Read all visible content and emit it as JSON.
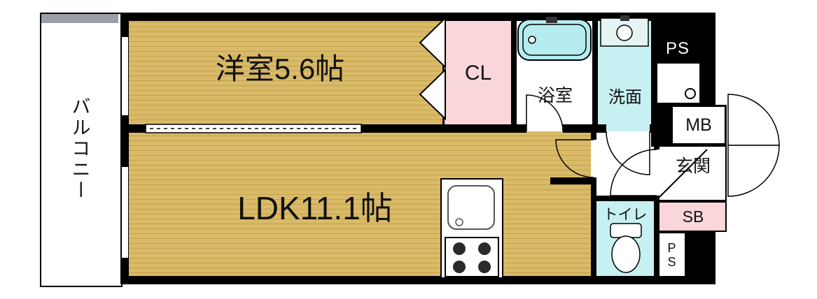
{
  "floor_plan": {
    "title": "1LDK apartment floor plan",
    "balcony": {
      "label": "バルコニー"
    },
    "western_room": {
      "label": "洋室5.6帖"
    },
    "closet": {
      "label": "CL"
    },
    "bathroom": {
      "label": "浴室"
    },
    "washroom": {
      "label": "洗面"
    },
    "pipe_space_top": {
      "label": "PS"
    },
    "meter_box": {
      "label": "MB"
    },
    "entrance": {
      "label": "玄関"
    },
    "shoe_box": {
      "label": "SB"
    },
    "toilet": {
      "label": "トイレ"
    },
    "pipe_space_bottom": {
      "label": "PS"
    },
    "ldk": {
      "label": "LDK11.1帖"
    },
    "icons": [
      "bathtub-icon",
      "washbasin-icon",
      "washer-pan-icon",
      "toilet-icon",
      "kitchen-sink-icon",
      "stove-icon",
      "folding-door-icon",
      "sliding-door-icon",
      "door-swing-icon",
      "entrance-door-fan-icon"
    ]
  },
  "colors": {
    "wood_floor": "#d8ba68",
    "wood_line": "#c6a24c",
    "closet_pink": "#f9d6da",
    "wet_area_cyan": "#c7f0f2",
    "bathtub_fill": "#b5ecf0",
    "balcony_edge_gray": "#9aa0a6",
    "wall_black": "#000000"
  }
}
